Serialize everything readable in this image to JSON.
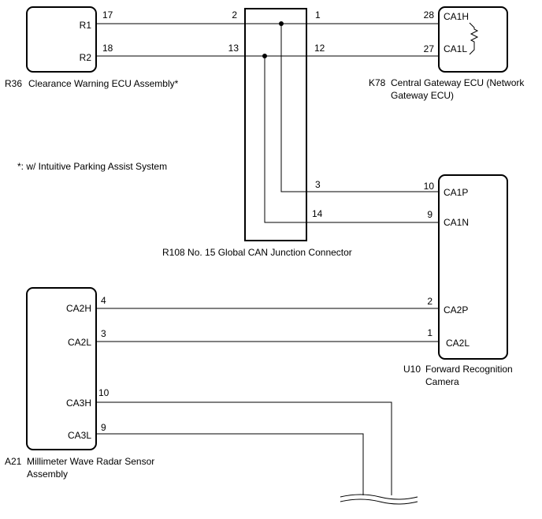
{
  "components": {
    "r36": {
      "designator": "R36",
      "name": "Clearance Warning ECU Assembly*",
      "pins": {
        "r1": "R1",
        "r2": "R2"
      }
    },
    "k78": {
      "designator": "K78",
      "name_line1": "Central Gateway ECU (Network",
      "name_line2": "Gateway ECU)",
      "pins": {
        "ca1h": "CA1H",
        "ca1l": "CA1L"
      }
    },
    "r108": {
      "label": "R108 No. 15 Global CAN Junction Connector"
    },
    "u10": {
      "designator": "U10",
      "name_line1": "Forward Recognition",
      "name_line2": "Camera",
      "pins": {
        "ca1p": "CA1P",
        "ca1n": "CA1N",
        "ca2p": "CA2P",
        "ca2l": "CA2L"
      }
    },
    "a21": {
      "designator": "A21",
      "name_line1": "Millimeter Wave Radar Sensor",
      "name_line2": "Assembly",
      "pins": {
        "ca2h": "CA2H",
        "ca2l": "CA2L",
        "ca3h": "CA3H",
        "ca3l": "CA3L"
      }
    }
  },
  "footnote": "*: w/ Intuitive Parking Assist System",
  "wire_numbers": {
    "w17": "17",
    "w2": "2",
    "w1": "1",
    "w28": "28",
    "w18": "18",
    "w13": "13",
    "w12": "12",
    "w27": "27",
    "w3": "3",
    "w10_u": "10",
    "w14": "14",
    "w9_u": "9",
    "w4": "4",
    "w2_u": "2",
    "w3_a": "3",
    "w1_u": "1",
    "w10_a": "10",
    "w9_a": "9"
  },
  "colors": {
    "line": "#000000",
    "background": "#ffffff"
  }
}
